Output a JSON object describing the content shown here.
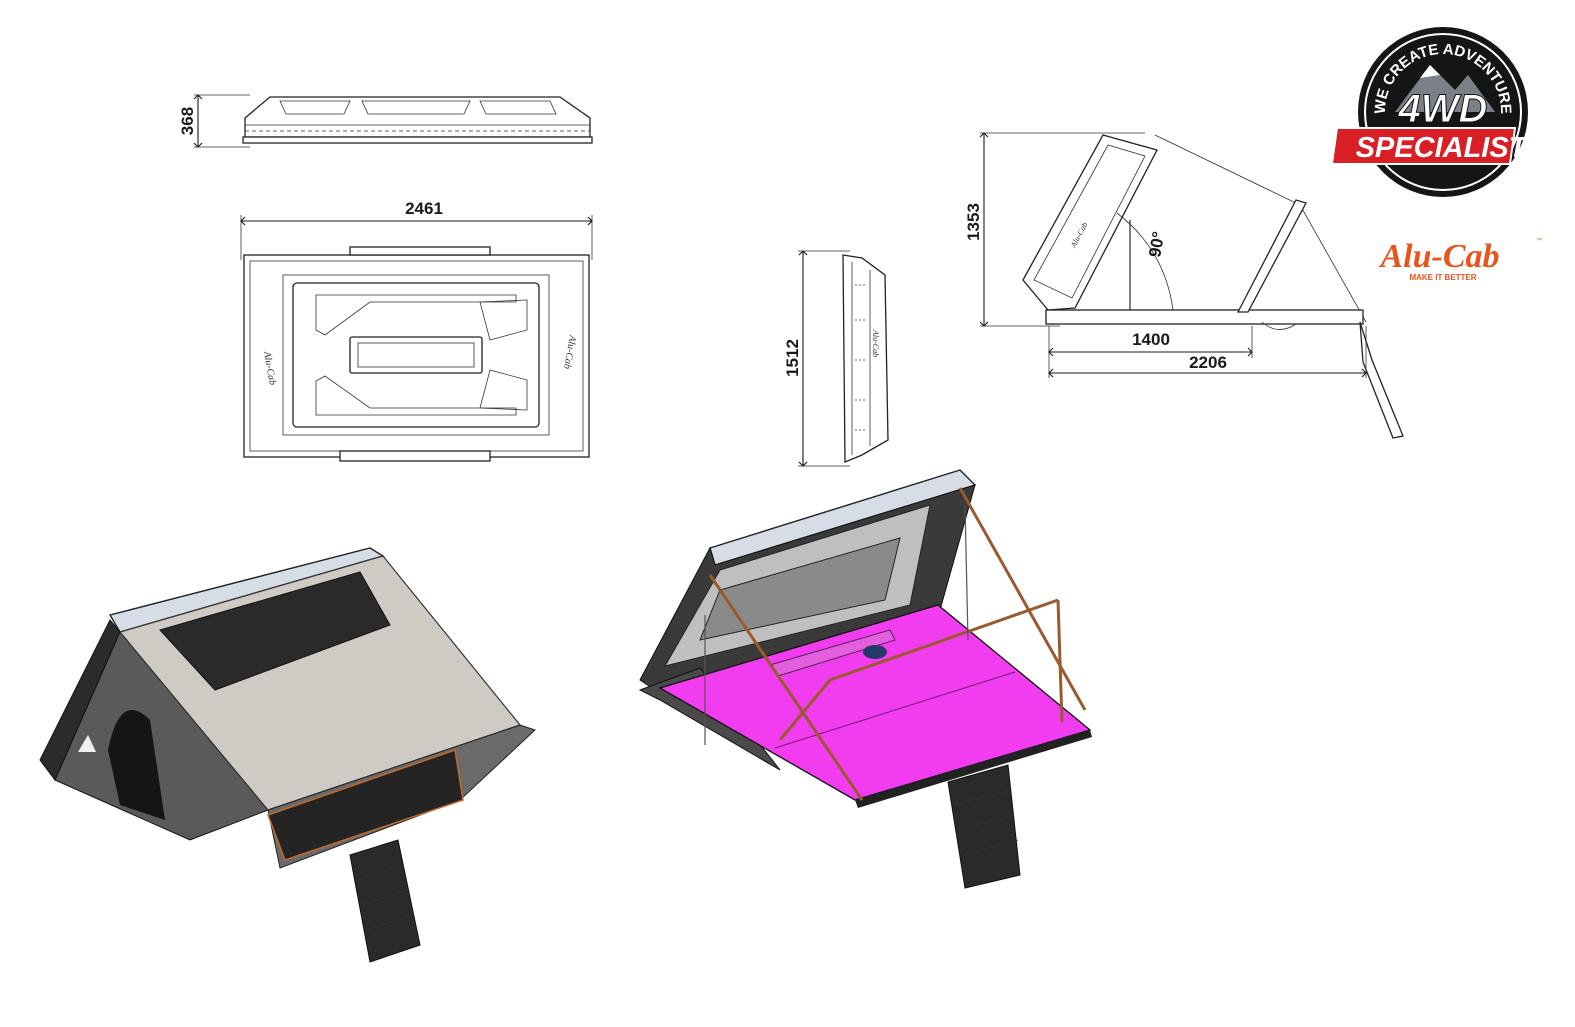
{
  "dimensions": {
    "height_closed": "368",
    "length": "2461",
    "width": "1512",
    "height_open": "1353",
    "floor_length": "1400",
    "open_length": "2206",
    "angle": "90°"
  },
  "logos": {
    "specialist": {
      "top_text": "WE CREATE ADVENTURE",
      "main": "4WD",
      "sub": "SPECIALIST"
    },
    "alucab": {
      "name": "Alu-Cab",
      "tagline": "MAKE IT BETTER",
      "tm": "™"
    }
  },
  "colors": {
    "mattress": "#f23cf0",
    "brand_orange": "#e8541e",
    "seal_red": "#d81f26",
    "seal_black": "#151515",
    "tent_fabric": "#cfcac4",
    "frame_line": "#1a1a1a"
  }
}
